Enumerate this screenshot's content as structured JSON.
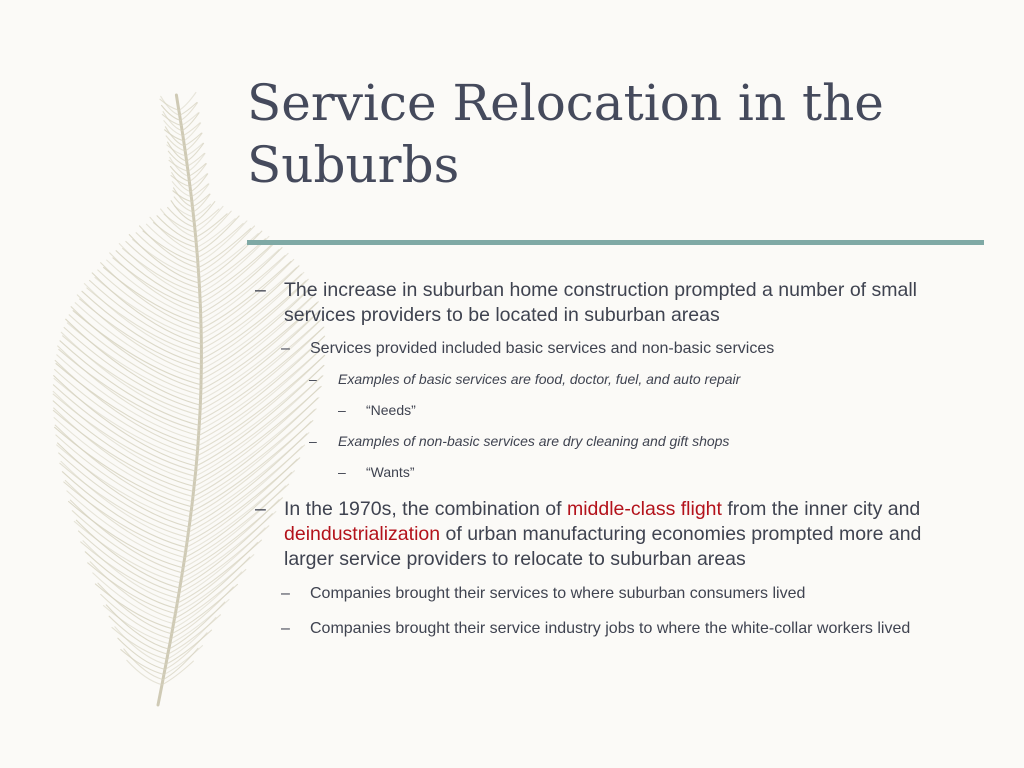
{
  "slide": {
    "title_line1": "Service Relocation in the",
    "title_line2": "Suburbs",
    "accent_color": "#7fa9a5",
    "highlight_color": "#b3121b",
    "background_image": "feather-icon"
  },
  "bullets": {
    "dash": "–",
    "b1": "The increase in suburban home construction prompted a number of small services providers to be located in suburban areas",
    "b1_1": "Services provided included basic services and non-basic services",
    "b1_1_1": "Examples of basic services are food, doctor, fuel, and auto repair",
    "b1_1_1_1": "“Needs”",
    "b1_1_2": "Examples of non-basic services are dry cleaning and gift shops",
    "b1_1_2_1": "“Wants”",
    "b2_part1": "In the 1970s, the combination of ",
    "b2_highlight1": "middle-class flight",
    "b2_part2": " from the inner city and ",
    "b2_highlight2": "deindustrialization",
    "b2_part3": " of urban manufacturing economies prompted more and larger service providers to relocate to suburban areas",
    "b2_1": "Companies brought their services to where suburban consumers lived",
    "b2_2": "Companies brought their service industry jobs to where the white-collar workers lived"
  }
}
